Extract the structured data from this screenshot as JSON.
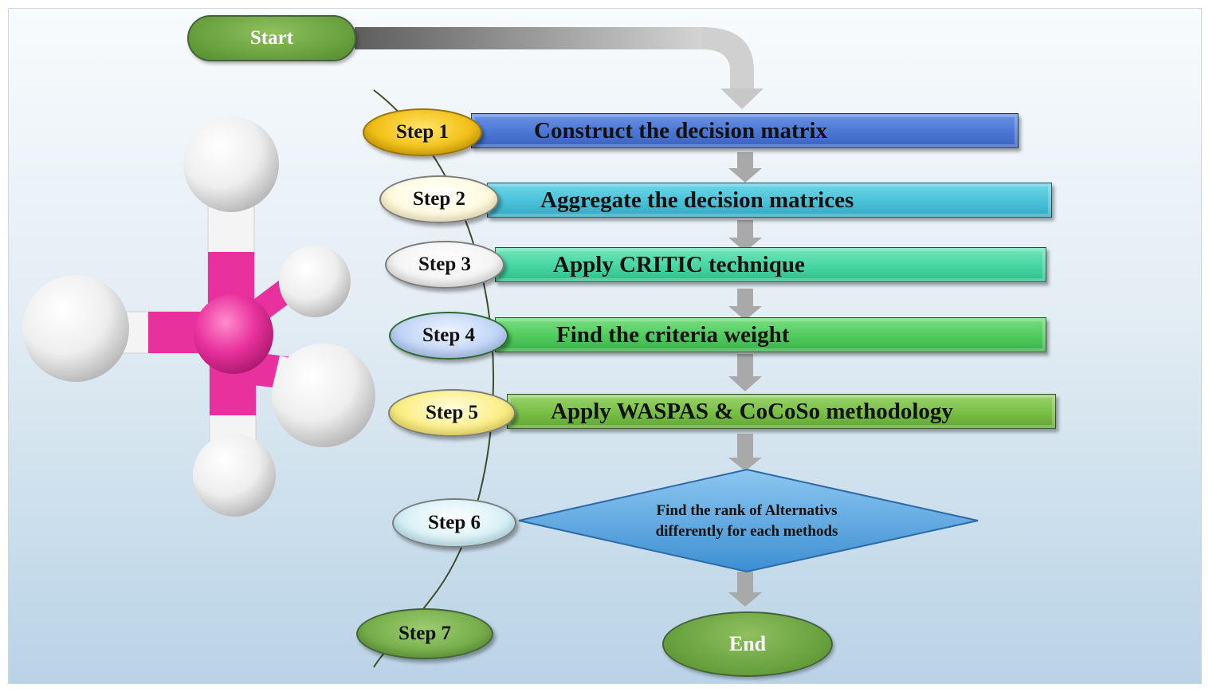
{
  "start_label": "Start",
  "end_label": "End",
  "steps": [
    {
      "label": "Step 1",
      "text": "Construct the decision matrix"
    },
    {
      "label": "Step 2",
      "text": "Aggregate the decision matrices"
    },
    {
      "label": "Step 3",
      "text": "Apply CRITIC technique"
    },
    {
      "label": "Step 4",
      "text": "Find the criteria weight"
    },
    {
      "label": "Step 5",
      "text": "Apply WASPAS & CoCoSo methodology"
    },
    {
      "label": "Step 6",
      "text_lines": [
        "Find the rank of Alternativs",
        "differently for each methods"
      ]
    },
    {
      "label": "Step 7"
    }
  ],
  "colors": {
    "start_end": "#6aa33f",
    "step1_bar": "#4a77d4",
    "step2_bar": "#49c2d8",
    "step3_bar": "#46d6a2",
    "step4_bar": "#4fcb5c",
    "step5_bar": "#78bf45",
    "diamond": "#5aa4df",
    "molecule_center": "#e8319c"
  }
}
